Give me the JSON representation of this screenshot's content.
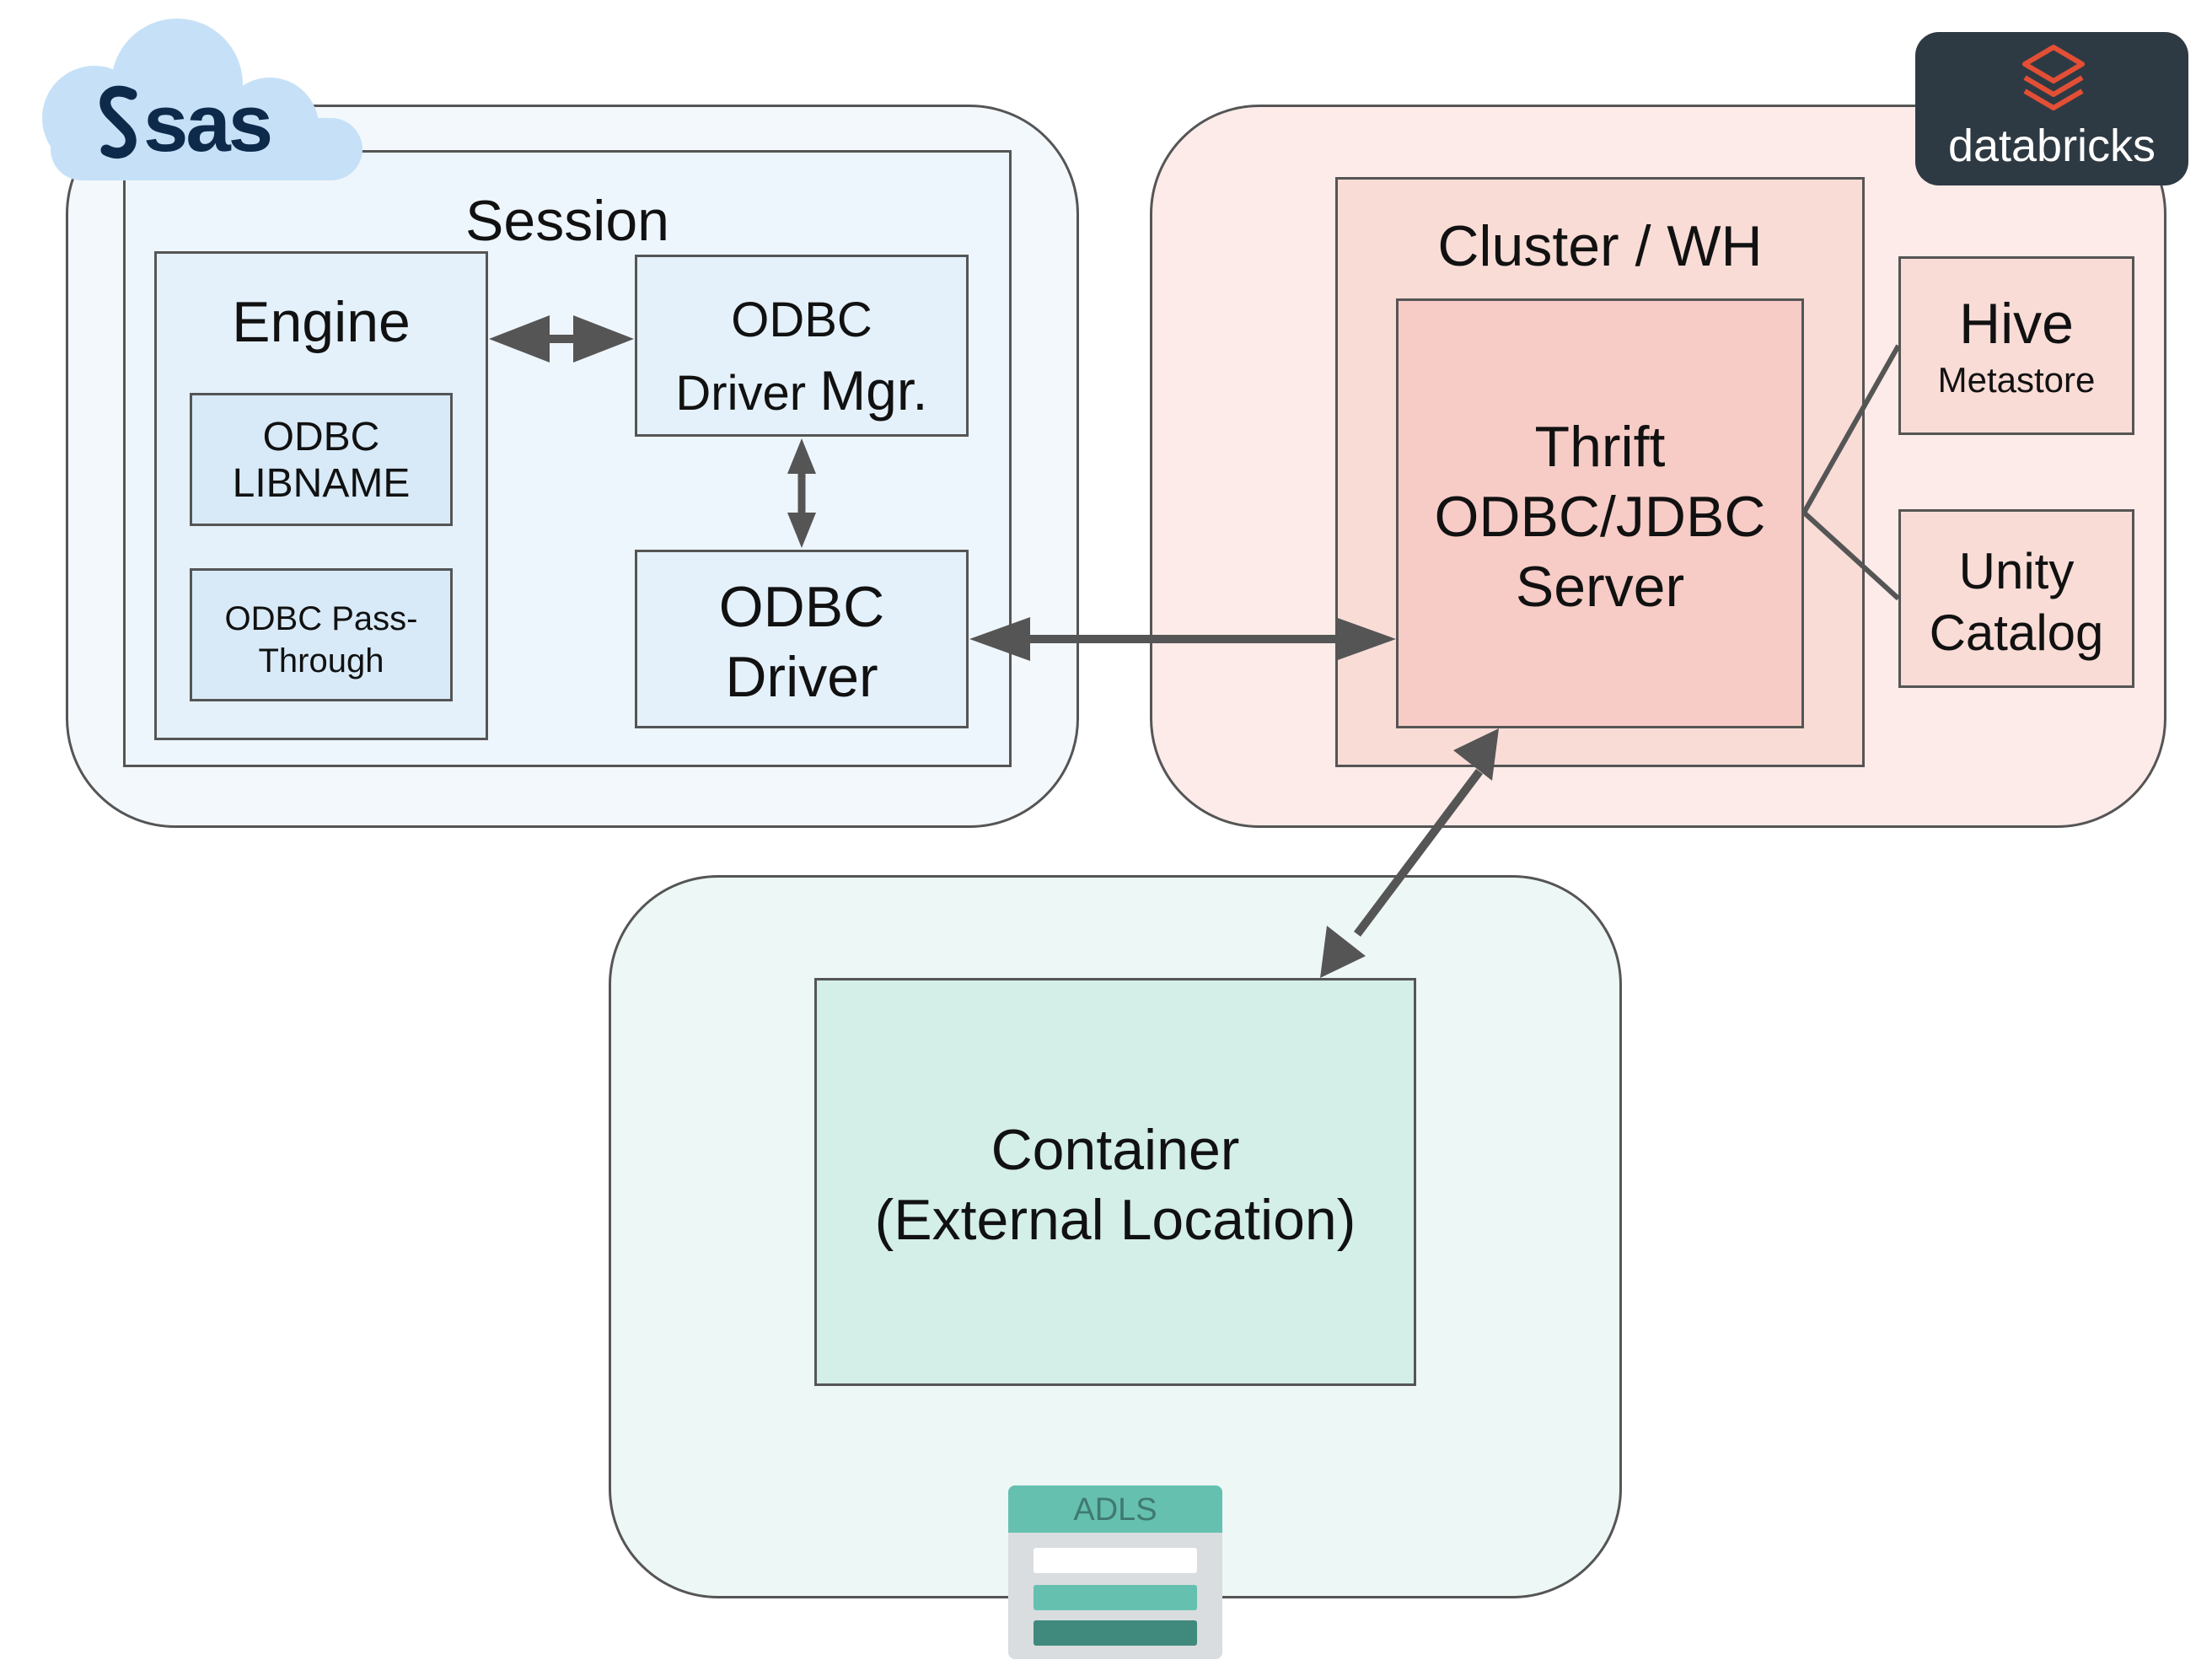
{
  "sas": {
    "logo_text": "sas",
    "session_label": "Session",
    "engine_label": "Engine",
    "odbc_libname_line1": "ODBC",
    "odbc_libname_line2": "LIBNAME",
    "passthrough_line1": "ODBC Pass-",
    "passthrough_line2": "Through",
    "driver_mgr_line1": "ODBC",
    "driver_mgr_line2a": "Driver ",
    "driver_mgr_line2b": "Mgr.",
    "driver_line1": "ODBC",
    "driver_line2": "Driver"
  },
  "databricks": {
    "logo_text": "databricks",
    "cluster_label": "Cluster / WH",
    "thrift_line1": "Thrift",
    "thrift_line2": "ODBC/JDBC",
    "thrift_line3": "Server",
    "hive_line1": "Hive",
    "hive_line2": "Metastore",
    "unity_line1": "Unity",
    "unity_line2": "Catalog"
  },
  "storage": {
    "container_line1": "Container",
    "container_line2": "(External Location)",
    "adls_label": "ADLS"
  },
  "colors": {
    "sas_panel": "#f3f8fd",
    "sas_box": "#e4f1fb",
    "sas_inner": "#d8eaf8",
    "sas_cloud": "#c6e1f7",
    "sas_logo": "#0e2a4b",
    "databricks_panel": "#fcebe8",
    "databricks_box": "#f9dcd6",
    "thrift_box": "#f7ccc6",
    "databricks_badge": "#2e3a43",
    "databricks_accent": "#e34f35",
    "storage_panel": "#edf7f5",
    "container_box": "#d4eee8",
    "adls_top": "#66c0b0",
    "adls_dark": "#3f8a7c",
    "stroke": "#555555"
  }
}
